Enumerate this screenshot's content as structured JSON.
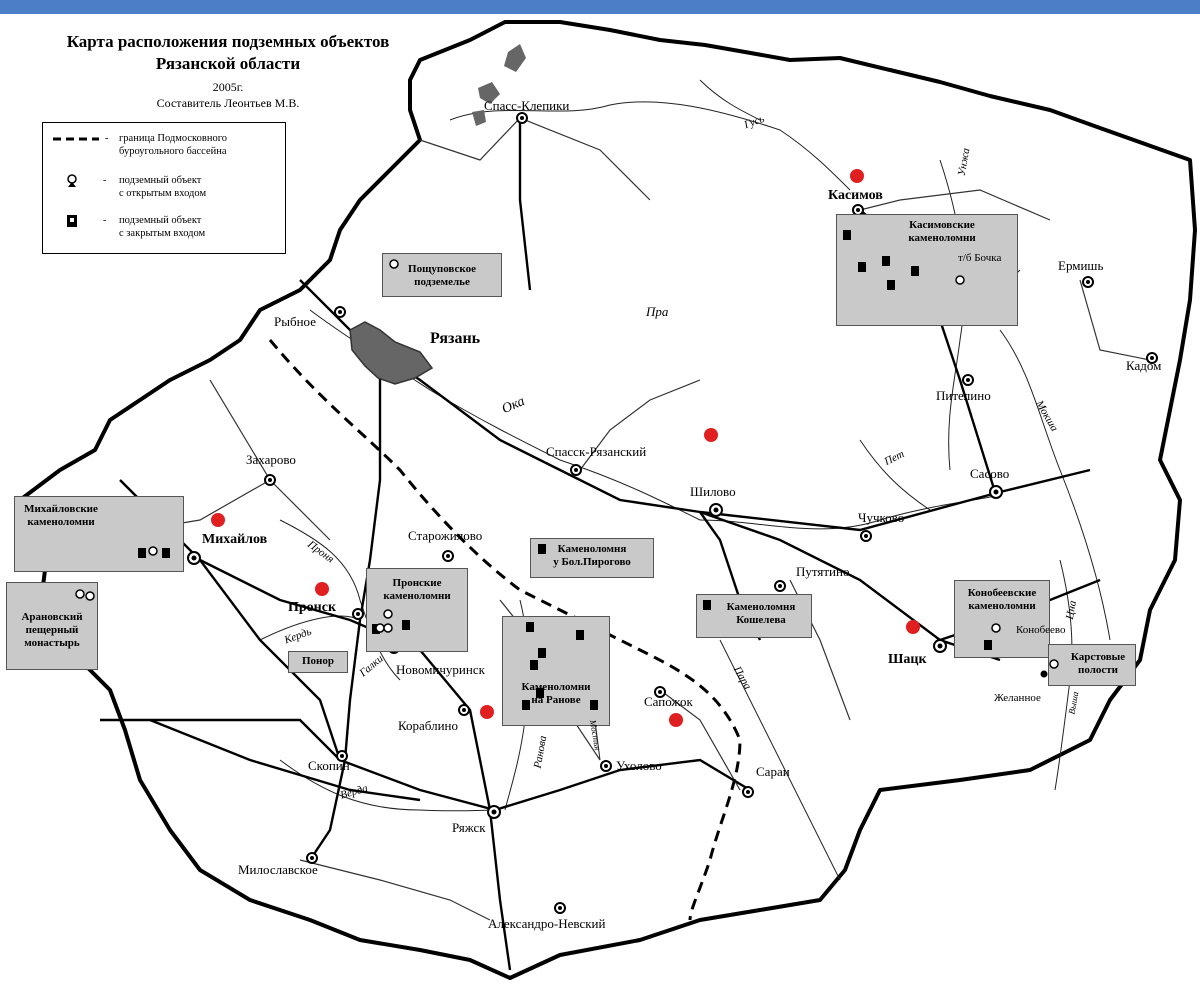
{
  "map_title": {
    "line1": "Карта расположения подземных объектов",
    "line2": "Рязанской области",
    "year": "2005г.",
    "author": "Составитель Леонтьев М.В."
  },
  "legend": {
    "basin_border": "- граница Подмосковного буроугольного бассейна",
    "basin_border_line1": "граница Подмосковного",
    "basin_border_line2": "буроугольного бассейна",
    "open_entrance_line1": "подземный объект",
    "open_entrance_line2": "с открытым входом",
    "closed_entrance_line1": "подземный объект",
    "closed_entrance_line2": "с закрытым входом",
    "dash": "-"
  },
  "colors": {
    "header_bar": "#4a7fc8",
    "region_fill": "#ffffff",
    "object_box": "#c9c9c9",
    "city_fill": "#666666",
    "red_marker": "#e02020"
  },
  "cities": [
    {
      "key": "spass_klepiki",
      "label": "Спасс-Клепики"
    },
    {
      "key": "kasimov",
      "label": "Касимов"
    },
    {
      "key": "ermish",
      "label": "Ермишь"
    },
    {
      "key": "kadom",
      "label": "Кадом"
    },
    {
      "key": "rybnoe",
      "label": "Рыбное"
    },
    {
      "key": "ryazan",
      "label": "Рязань"
    },
    {
      "key": "pitelino",
      "label": "Пителино"
    },
    {
      "key": "zakharovo",
      "label": "Захарово"
    },
    {
      "key": "spassk",
      "label": "Спасск-Рязанский"
    },
    {
      "key": "shilovo",
      "label": "Шилово"
    },
    {
      "key": "sasovo",
      "label": "Сасово"
    },
    {
      "key": "chuchkovo",
      "label": "Чучково"
    },
    {
      "key": "mikhailov",
      "label": "Михайлов"
    },
    {
      "key": "starozhilovo",
      "label": "Старожилово"
    },
    {
      "key": "putyatino",
      "label": "Путятино"
    },
    {
      "key": "pronsk",
      "label": "Пронск"
    },
    {
      "key": "novomichurinsk",
      "label": "Новомичуринск"
    },
    {
      "key": "shatsk",
      "label": "Шацк"
    },
    {
      "key": "konobeevo",
      "label": "Конобеево"
    },
    {
      "key": "zhelannoe",
      "label": "Желанное"
    },
    {
      "key": "korablino",
      "label": "Кораблино"
    },
    {
      "key": "sapozhok",
      "label": "Сапожок"
    },
    {
      "key": "skopin",
      "label": "Скопин"
    },
    {
      "key": "ukholovo",
      "label": "Ухолово"
    },
    {
      "key": "sarai",
      "label": "Сараи"
    },
    {
      "key": "ryazhsk",
      "label": "Ряжск"
    },
    {
      "key": "miloslavskoe",
      "label": "Милославское"
    },
    {
      "key": "aleksandro_nevsky",
      "label": "Александро-Невский"
    },
    {
      "key": "to_bochka",
      "label": "т/б Бочка"
    }
  ],
  "objects": [
    {
      "key": "poshupovo",
      "line1": "Пощуповское",
      "line2": "подземелье"
    },
    {
      "key": "kasimov_q",
      "line1": "Касимовские",
      "line2": "каменоломни"
    },
    {
      "key": "mikhailov_q",
      "line1": "Михайловские",
      "line2": "каменоломни"
    },
    {
      "key": "aranovo",
      "line1": "Арановский",
      "line2": "пещерный",
      "line3": "монастырь"
    },
    {
      "key": "pronsk_q",
      "line1": "Пронские",
      "line2": "каменоломни"
    },
    {
      "key": "ponor",
      "line1": "Понор"
    },
    {
      "key": "pirogovo",
      "line1": "Каменоломня",
      "line2": "у Бол.Пирогово"
    },
    {
      "key": "ranova",
      "line1": "Каменоломни",
      "line2": "на Ранове"
    },
    {
      "key": "koshelevo",
      "line1": "Каменоломня",
      "line2": "Кошелева"
    },
    {
      "key": "konobeevo_q",
      "line1": "Конобеевские",
      "line2": "каменоломни"
    },
    {
      "key": "karst",
      "line1": "Карстовые",
      "line2": "полости"
    }
  ],
  "rivers": [
    {
      "key": "gus",
      "label": "Гусь"
    },
    {
      "key": "unzha",
      "label": "Унжа"
    },
    {
      "key": "pra",
      "label": "Пра"
    },
    {
      "key": "oka",
      "label": "Ока"
    },
    {
      "key": "moksha",
      "label": "Мокша"
    },
    {
      "key": "pet",
      "label": "Пет"
    },
    {
      "key": "pronya",
      "label": "Проня"
    },
    {
      "key": "kerd",
      "label": "Кердь"
    },
    {
      "key": "gachi",
      "label": "Галки"
    },
    {
      "key": "ranova",
      "label": "Ранова"
    },
    {
      "key": "mostya",
      "label": "Мостья"
    },
    {
      "key": "para",
      "label": "Пара"
    },
    {
      "key": "vyorda",
      "label": "Вёрда"
    },
    {
      "key": "tsna",
      "label": "Цна"
    },
    {
      "key": "vysha",
      "label": "Выша"
    }
  ]
}
